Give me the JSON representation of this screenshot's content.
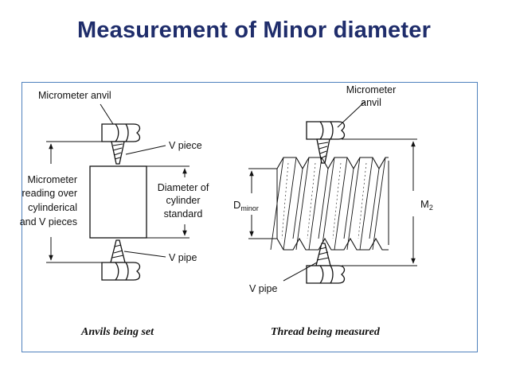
{
  "title": "Measurement of Minor diameter",
  "left": {
    "anvil_label": "Micrometer anvil",
    "v_piece_label": "V piece",
    "v_pipe_label": "V pipe",
    "reading_lines": [
      "Micrometer",
      "reading over",
      "cylinderical",
      "and V pieces"
    ],
    "diameter_lines": [
      "Diameter of",
      "cylinder",
      "standard"
    ],
    "caption": "Anvils being set"
  },
  "right": {
    "anvil_lines": [
      "Micrometer",
      "anvil"
    ],
    "d_main": "D",
    "d_sub": "minor",
    "m_main": "M",
    "m_sub": "2",
    "v_pipe_label": "V pipe",
    "caption": "Thread being measured"
  },
  "colors": {
    "title": "#1f2d6b",
    "frame": "#4f81bd",
    "ink": "#111111"
  }
}
